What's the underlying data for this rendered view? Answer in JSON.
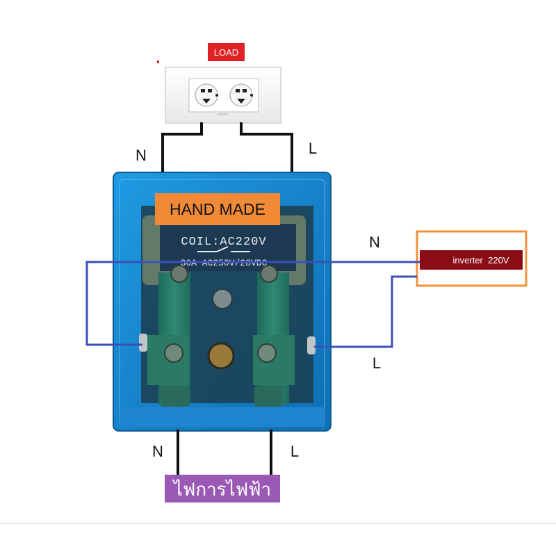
{
  "labels": {
    "load": "LOAD",
    "hand_made": "HAND MADE",
    "coil": "COIL:AC220V",
    "rating": "30A AC250V/28VDC",
    "inverter": "inverter  220V",
    "mains": "ไฟการไฟฟ้า"
  },
  "wire_labels": {
    "load_n": "N",
    "load_l": "L",
    "inverter_n": "N",
    "inverter_l": "L",
    "mains_n": "N",
    "mains_l": "L"
  },
  "colors": {
    "load_badge": "#e02226",
    "hand_made_badge": "#f08a36",
    "inverter_box_border": "#f0913a",
    "inverter_badge": "#8a0d16",
    "mains_badge": "#9b59b6",
    "relay_body": "#1a8fd6",
    "wire_black": "#111111",
    "wire_blue": "#3b4fb8"
  }
}
